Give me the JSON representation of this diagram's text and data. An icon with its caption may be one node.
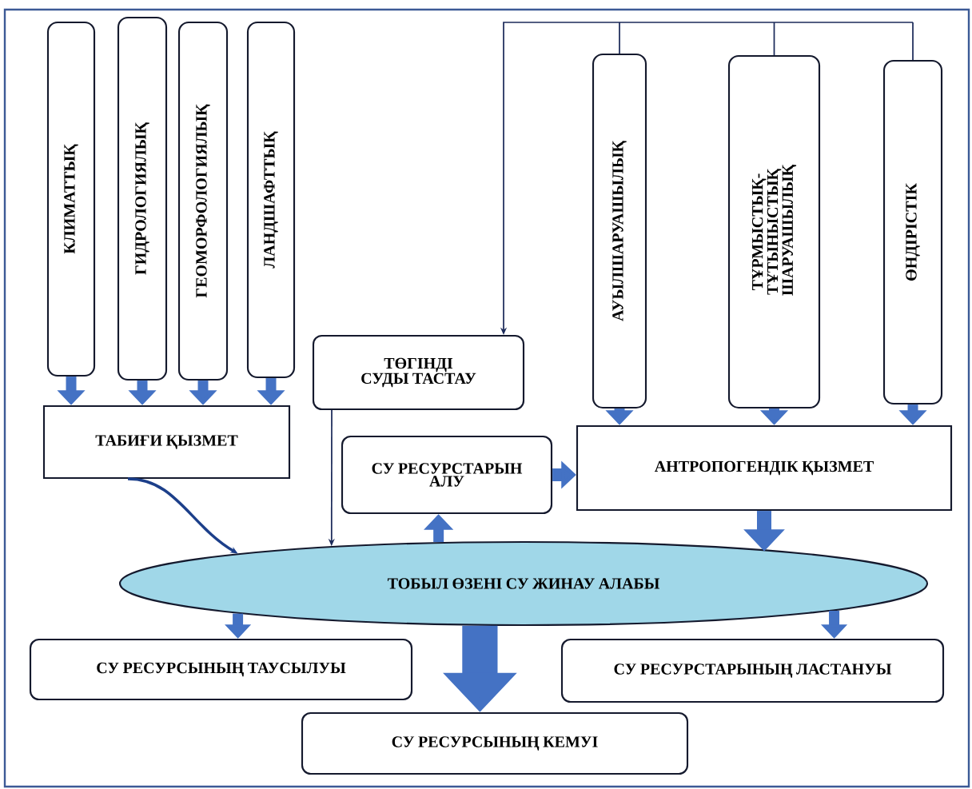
{
  "diagram": {
    "nodes": [
      {
        "text": [
          "КЛИМАТТЫҚ"
        ]
      },
      {
        "text": [
          "ГИДРОЛОГИЯЛЫҚ"
        ]
      },
      {
        "text": [
          "ГЕОМОРФОЛОГИЯЛЫҚ"
        ]
      },
      {
        "text": [
          "ЛАНДШАФТТЫҚ"
        ]
      },
      {
        "text": [
          "ТАБИҒИ ҚЫЗМЕТ"
        ]
      },
      {
        "text": [
          "ТӨГІНДІ СУДЫ ТАСТАУ"
        ]
      },
      {
        "text": [
          "АУЫЛШАРУАШЫЛЫҚ"
        ]
      },
      {
        "text": [
          "ТҰРМЫСТЫҚ-ТҰТЫНЫСТЫҚ ШАРУАШЫЛЫҚ"
        ]
      },
      {
        "text": [
          "ӨНДІРІСТІК"
        ]
      },
      {
        "text": [
          "СУ РЕСУРСТАРЫН АЛУ"
        ]
      },
      {
        "text": [
          "АНТРОПОГЕНДІК ҚЫЗМЕТ"
        ]
      },
      {
        "text": [
          "ТОБЫЛ ӨЗЕНІ СУ ЖИНАУ АЛАБЫ"
        ]
      },
      {
        "text": [
          "СУ РЕСУРСЫНЫҢ ТАУСЫЛУЫ"
        ]
      },
      {
        "text": [
          "СУ РЕСУРСТАРЫНЫҢ ЛАСТАНУЫ"
        ]
      },
      {
        "text": [
          "СУ РЕСУРСЫНЫҢ КЕМУІ"
        ]
      }
    ],
    "edges": [
      {
        "from": 0,
        "to": 4,
        "arrow": "to"
      },
      {
        "from": 1,
        "to": 4,
        "arrow": "to"
      },
      {
        "from": 2,
        "to": 4,
        "arrow": "to"
      },
      {
        "from": 3,
        "to": 4,
        "arrow": "to"
      },
      {
        "from": 6,
        "to": 10,
        "arrow": "to"
      },
      {
        "from": 7,
        "to": 10,
        "arrow": "to"
      },
      {
        "from": 8,
        "to": 10,
        "arrow": "to"
      },
      {
        "from": 6,
        "to": 5,
        "arrow": "to",
        "color": "#1c2b5a"
      },
      {
        "from": 7,
        "to": 5,
        "arrow": "to",
        "color": "#1c2b5a"
      },
      {
        "from": 8,
        "to": 5,
        "arrow": "to",
        "color": "#1c2b5a"
      },
      {
        "from": 5,
        "to": 11,
        "arrow": "to",
        "color": "#1c2b5a"
      },
      {
        "from": 4,
        "to": 11,
        "arrow": "to",
        "color": "#1c3f8a"
      },
      {
        "from": 11,
        "to": 9,
        "arrow": "to"
      },
      {
        "from": 9,
        "to": 10,
        "arrow": "to"
      },
      {
        "from": 10,
        "to": 11,
        "arrow": "to"
      },
      {
        "from": 11,
        "to": 12,
        "arrow": "to"
      },
      {
        "from": 11,
        "to": 14,
        "arrow": "to",
        "style": "thick"
      },
      {
        "from": 11,
        "to": 13,
        "arrow": "to"
      }
    ]
  }
}
